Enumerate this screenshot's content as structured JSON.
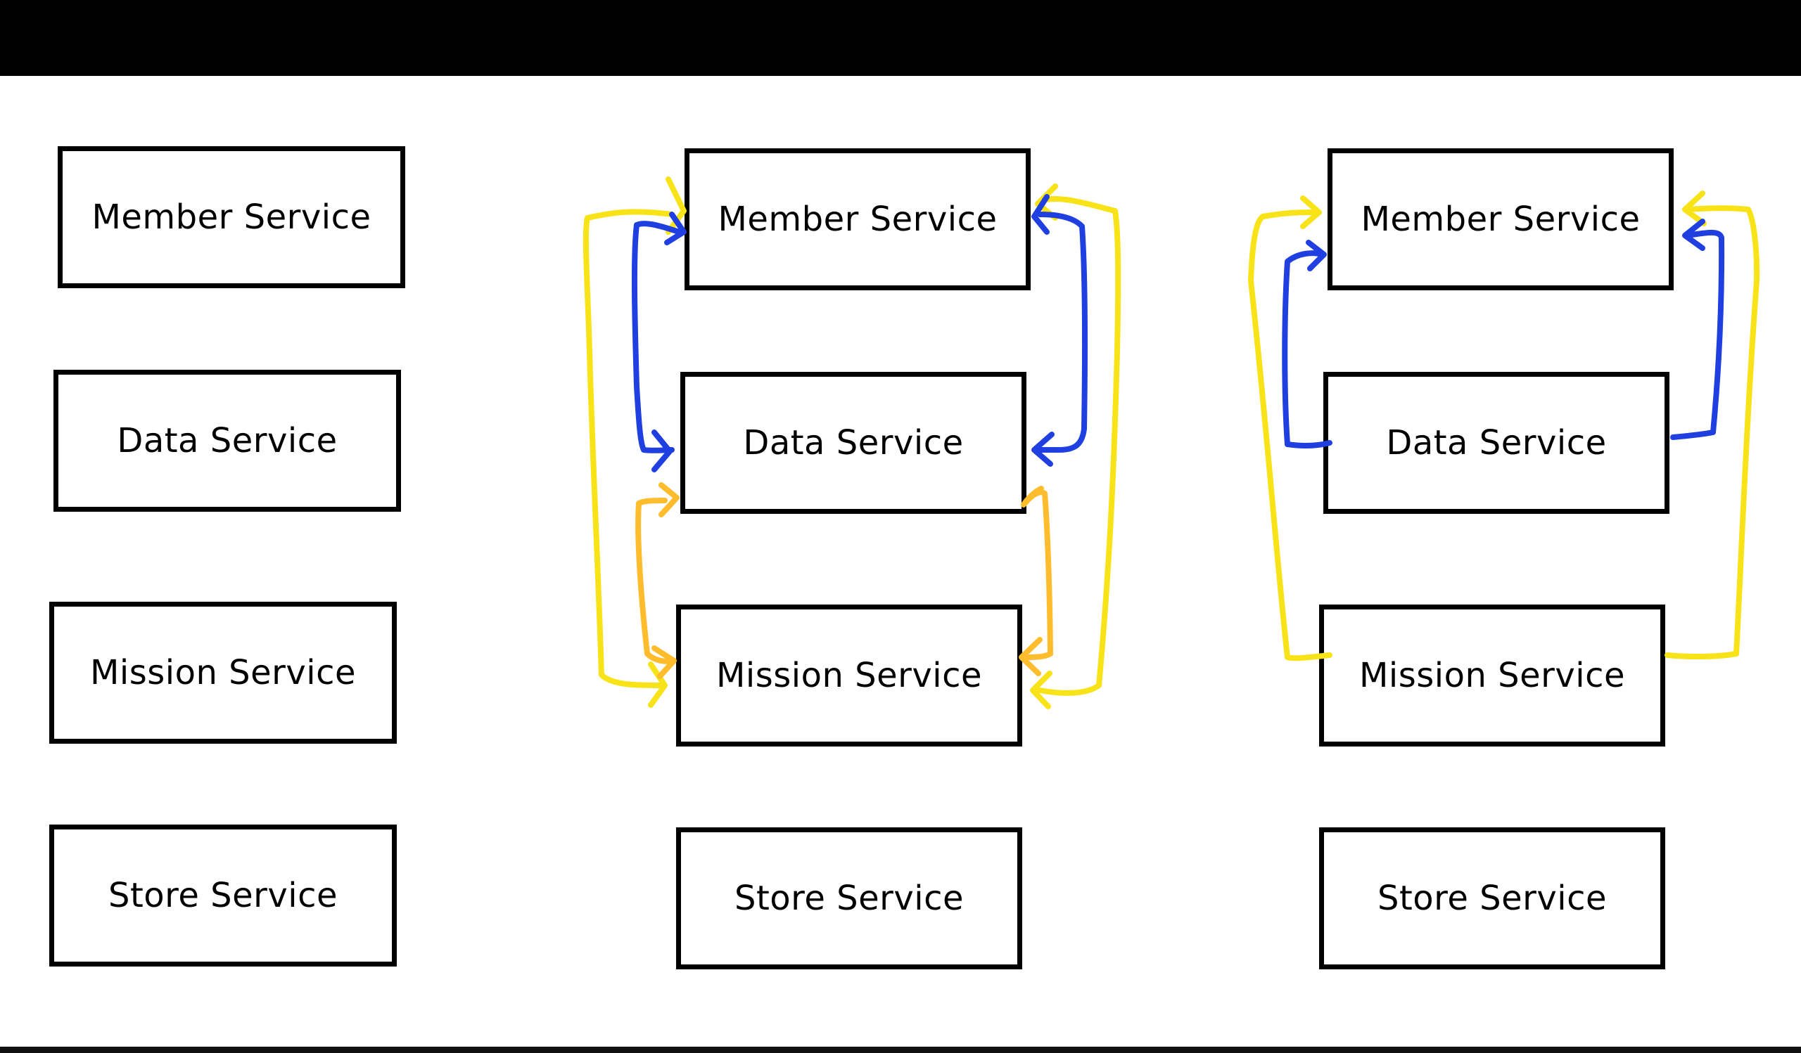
{
  "colors": {
    "box_border": "#000000",
    "yellow_arrow": "#f7e317",
    "blue_arrow": "#1f3fe0",
    "orange_arrow": "#ffbd2e"
  },
  "columns": [
    {
      "boxes": [
        {
          "label": "Member Service"
        },
        {
          "label": "Data Service"
        },
        {
          "label": "Mission Service"
        },
        {
          "label": "Store Service"
        }
      ]
    },
    {
      "boxes": [
        {
          "label": "Member Service"
        },
        {
          "label": "Data Service"
        },
        {
          "label": "Mission Service"
        },
        {
          "label": "Store Service"
        }
      ]
    },
    {
      "boxes": [
        {
          "label": "Member Service"
        },
        {
          "label": "Data Service"
        },
        {
          "label": "Mission Service"
        },
        {
          "label": "Store Service"
        }
      ]
    }
  ]
}
